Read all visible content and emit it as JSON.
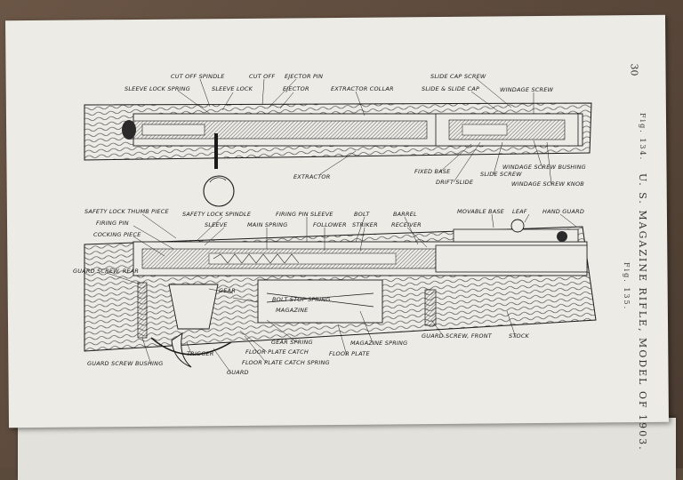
{
  "page": {
    "number": "30",
    "running_title": "U. S. MAGAZINE RIFLE, MODEL OF 1903.",
    "fig_top": "Fig. 134.",
    "fig_bottom": "Fig. 135."
  },
  "labels_top": {
    "cut_off_spindle": "CUT OFF SPINDLE",
    "cut_off": "CUT OFF",
    "ejector_pin": "EJECTOR PIN",
    "sleeve_lock_spring": "SLEEVE LOCK SPRING",
    "sleeve_lock": "SLEEVE LOCK",
    "ejector": "EJECTOR",
    "extractor_collar": "EXTRACTOR COLLAR",
    "slide_cap_screw": "SLIDE CAP SCREW",
    "slide_and_slide_cap": "SLIDE & SLIDE CAP",
    "windage_screw": "WINDAGE SCREW",
    "extractor": "EXTRACTOR",
    "fixed_base": "FIXED BASE",
    "drift_slide": "DRIFT SLIDE",
    "slide_screw": "SLIDE SCREW",
    "windage_screw_bushing": "WINDAGE SCREW BUSHING",
    "windage_screw_knob": "WINDAGE SCREW KNOB"
  },
  "labels_bottom": {
    "safety_lock_thumb_piece": "SAFETY LOCK THUMB PIECE",
    "safety_lock_spindle": "SAFETY LOCK SPINDLE",
    "firing_pin_sleeve": "FIRING PIN SLEEVE",
    "bolt": "BOLT",
    "barrel": "BARREL",
    "movable_base": "MOVABLE BASE",
    "leaf": "LEAF",
    "hand_guard": "HAND GUARD",
    "firing_pin": "FIRING PIN",
    "sleeve": "SLEEVE",
    "main_spring": "MAIN SPRING",
    "follower": "FOLLOWER",
    "striker": "STRIKER",
    "receiver": "RECEIVER",
    "cocking_piece": "COCKING PIECE",
    "guard_screw_rear": "GUARD SCREW, REAR",
    "gear": "GEAR",
    "bolt_stop_spring": "BOLT STOP SPRING",
    "magazine": "MAGAZINE",
    "gear_spring": "GEAR SPRING",
    "magazine_spring": "MAGAZINE SPRING",
    "guard_screw_front": "GUARD SCREW, FRONT",
    "stock": "STOCK",
    "floor_plate_catch": "FLOOR PLATE CATCH",
    "floor_plate": "FLOOR PLATE",
    "floor_plate_catch_spring": "FLOOR PLATE CATCH SPRING",
    "trigger": "TRIGGER",
    "guard_screw_bushing": "GUARD SCREW BUSHING",
    "guard": "GUARD"
  },
  "colors": {
    "paper": "#ecebe6",
    "ink": "#1a1a1a",
    "hatch": "#2a2a2a"
  }
}
